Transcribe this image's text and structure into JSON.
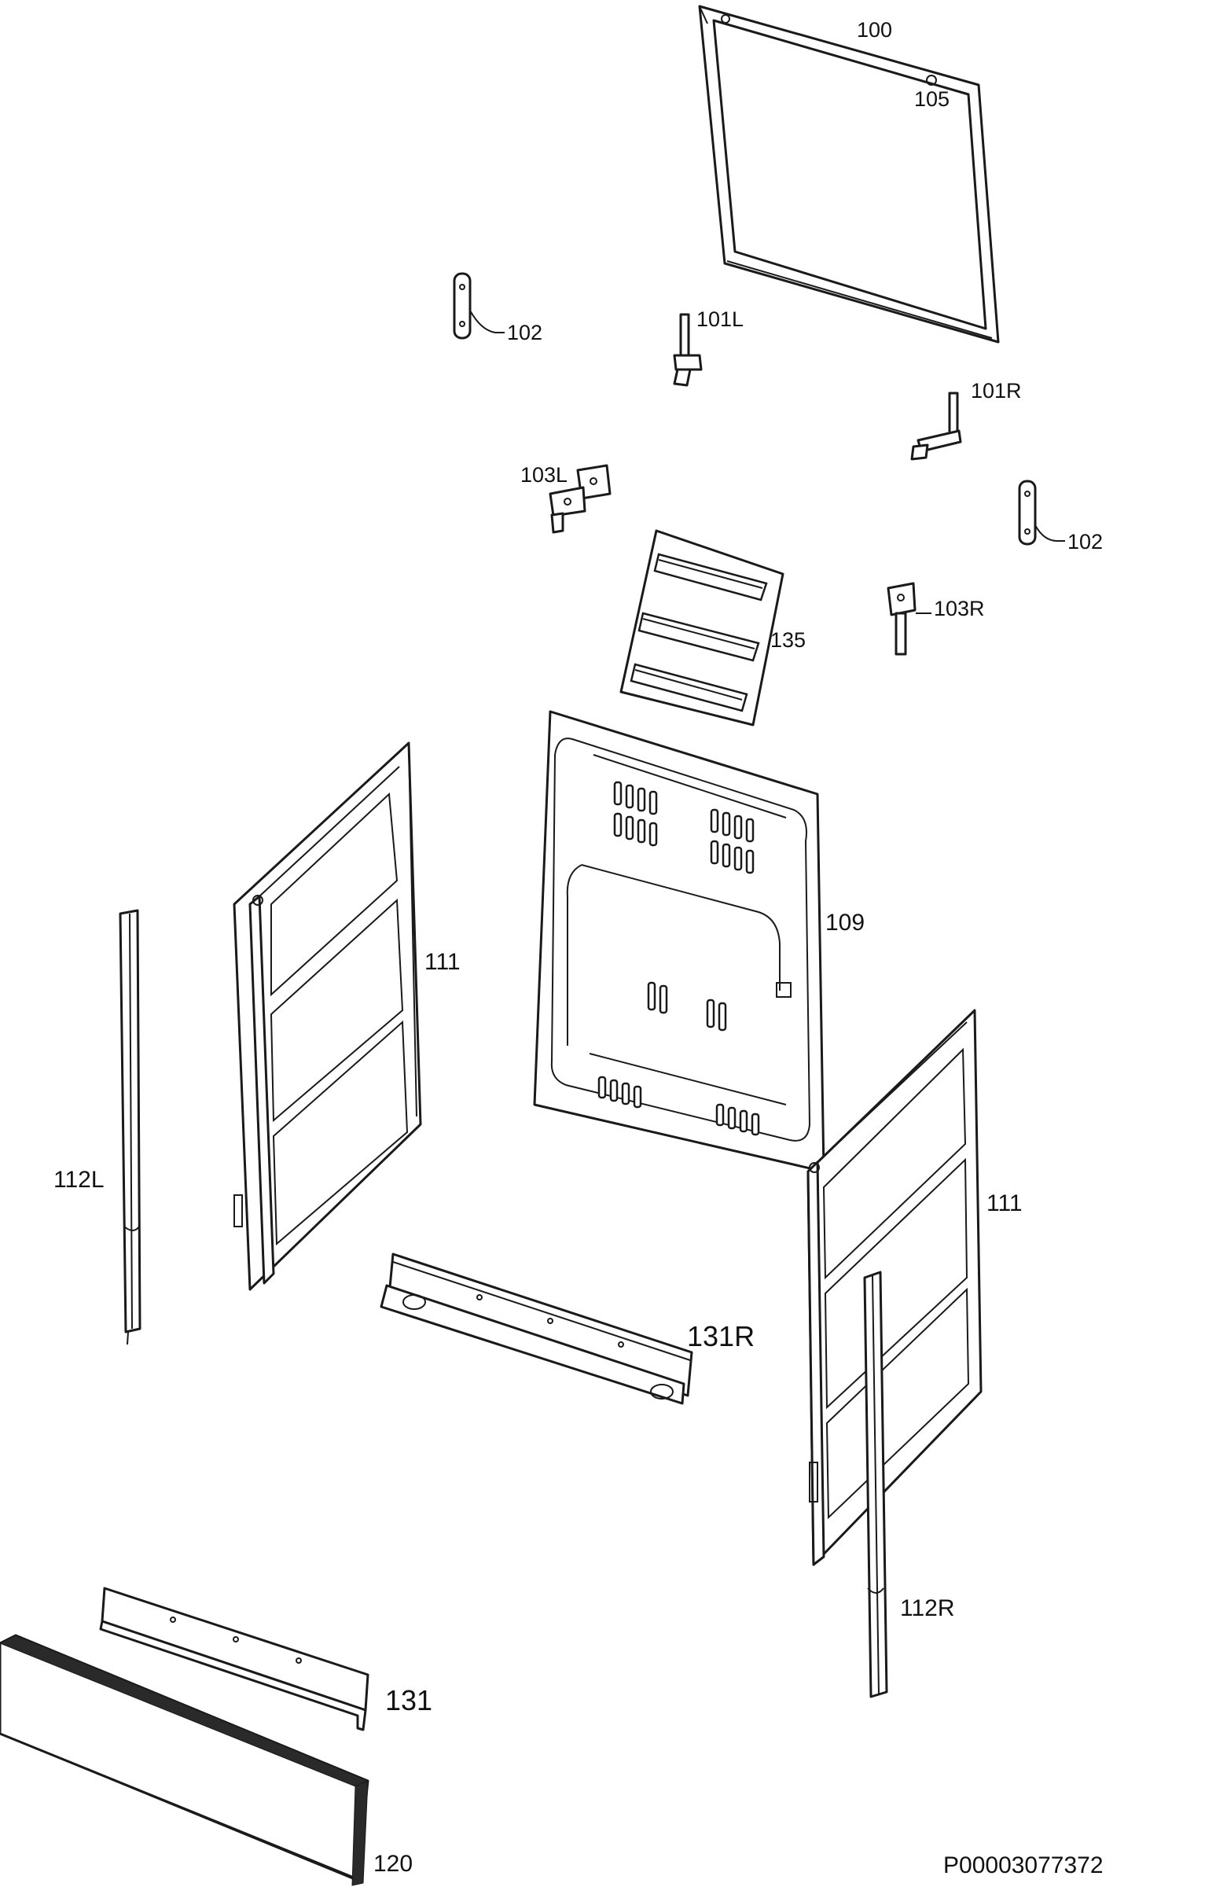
{
  "labels": {
    "p100": "100",
    "p105": "105",
    "p102a": "102",
    "p101L": "101L",
    "p101R": "101R",
    "p103L": "103L",
    "p102b": "102",
    "p135": "135",
    "p103R": "103R",
    "p109": "109",
    "p111a": "111",
    "p112L": "112L",
    "p111b": "111",
    "p131R": "131R",
    "p112R": "112R",
    "p131": "131",
    "p120": "120"
  },
  "doc_id": "P00003077372"
}
